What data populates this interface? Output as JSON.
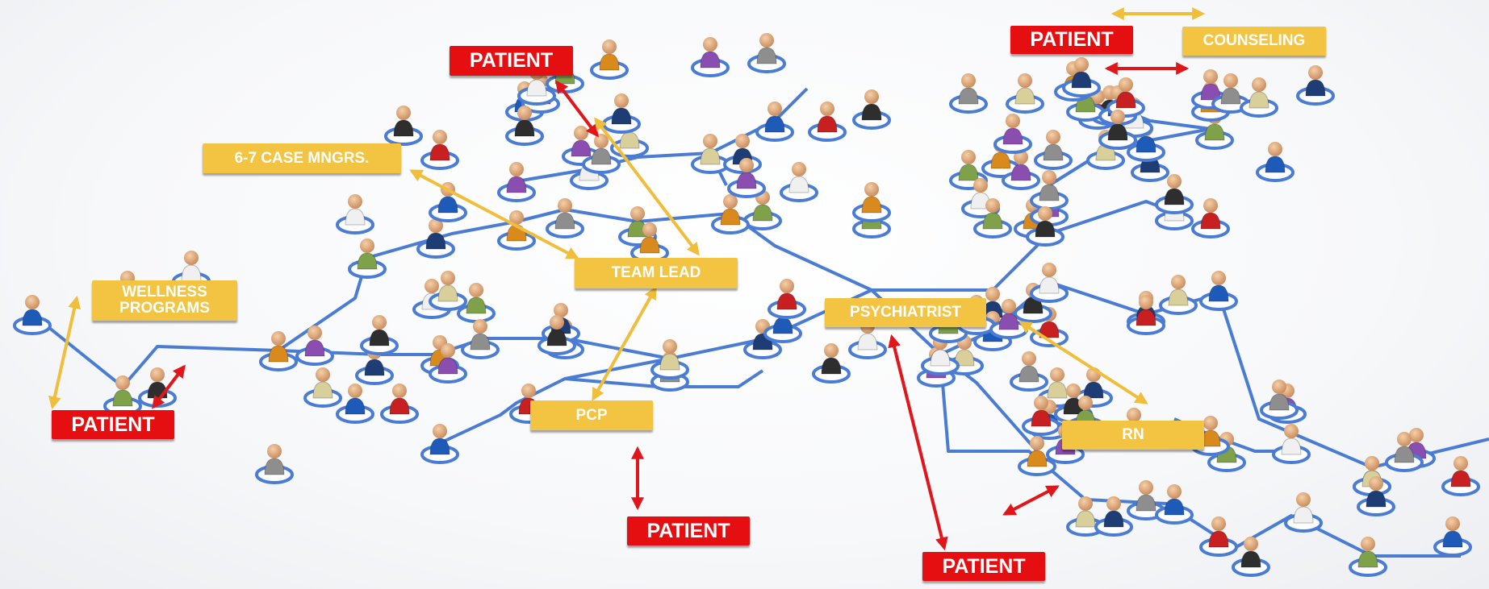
{
  "colors": {
    "role_label": "#F2C441",
    "patient_label": "#E50F12",
    "network_line": "#4A7CD4",
    "role_arrow": "#F0BE3A",
    "patient_arrow": "#E0161B"
  },
  "labels": {
    "team_lead": "TEAM LEAD",
    "case_managers": "6-7 CASE MNGRS.",
    "wellness": "WELLNESS\nPROGRAMS",
    "pcp": "PCP",
    "psychiatrist": "PSYCHIATRIST",
    "rn": "RN",
    "counseling": "COUNSELING",
    "patient_top": "PATIENT",
    "patient_top_right": "PATIENT",
    "patient_left": "PATIENT",
    "patient_bottom_mid": "PATIENT",
    "patient_bottom_right": "PATIENT"
  },
  "figure_palette": [
    "#1E5BB8",
    "#C82020",
    "#2E2E2E",
    "#F0F0F0",
    "#7FA14A",
    "#D98A1C",
    "#8A4DB0",
    "#8E8E8E",
    "#D9CF9A",
    "#1F3D75"
  ]
}
